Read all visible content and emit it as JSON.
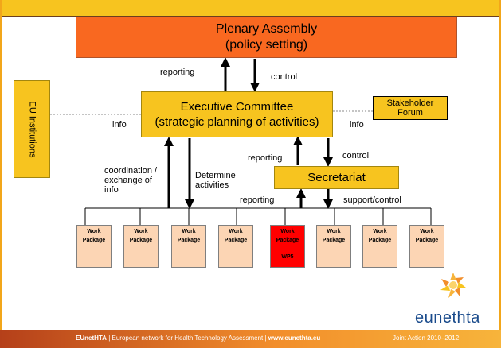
{
  "plenary": {
    "line1": "Plenary Assembly",
    "line2": "(policy setting)"
  },
  "executive": {
    "line1": "Executive Committee",
    "line2": "(strategic planning of activities)"
  },
  "eu_institutions": "EU Institutions",
  "stakeholder": {
    "line1": "Stakeholder",
    "line2": "Forum"
  },
  "secretariat": "Secretariat",
  "labels": {
    "reporting_top": "reporting",
    "control_top": "control",
    "info_left": "info",
    "info_right": "info",
    "reporting_mid": "reporting",
    "control_mid": "control",
    "coordination": "coordination / exchange of info",
    "determine": "Determine activities",
    "reporting_low": "reporting",
    "support_control": "support/control"
  },
  "work_packages": [
    {
      "line1": "Work",
      "line2": "Package",
      "number": ""
    },
    {
      "line1": "Work",
      "line2": "Package",
      "number": ""
    },
    {
      "line1": "Work",
      "line2": "Package",
      "number": ""
    },
    {
      "line1": "Work",
      "line2": "Package",
      "number": ""
    },
    {
      "line1": "Work",
      "line2": "Package",
      "number": "WP5",
      "highlight": true
    },
    {
      "line1": "Work",
      "line2": "Package",
      "number": ""
    },
    {
      "line1": "Work",
      "line2": "Package",
      "number": ""
    },
    {
      "line1": "Work",
      "line2": "Package",
      "number": ""
    }
  ],
  "logo": {
    "text": "eunethta"
  },
  "footer": {
    "org": "EUnetHTA",
    "sep1": " | ",
    "description": "European network for Health Technology Assessment",
    "sep2": " | ",
    "url": "www.eunethta.eu",
    "right": "Joint Action 2010–2012"
  },
  "colors": {
    "plenary": "#f96820",
    "yellow": "#f7c41f",
    "work_package": "#fcd5b4",
    "highlight": "#ff0000",
    "footer": "#e0762a"
  }
}
